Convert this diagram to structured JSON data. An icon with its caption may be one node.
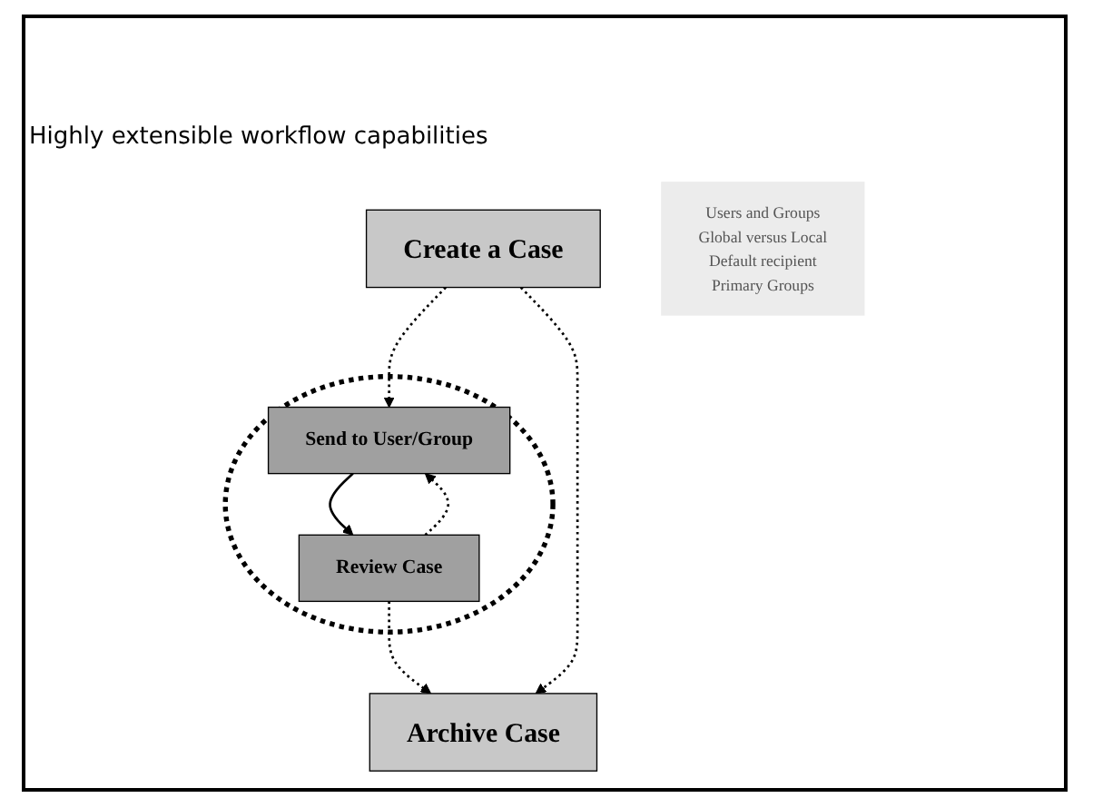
{
  "diagram": {
    "title": "Highly extensible workflow capabilities",
    "nodes": [
      {
        "text": [
          "Create a Case"
        ]
      },
      {
        "text": [],
        "shape": "circle"
      },
      {
        "text": [
          "Send to User/Group"
        ],
        "in": 1
      },
      {
        "text": [
          "Users and Groups",
          "Global versus Local",
          "Default recipient",
          "Primary Groups"
        ]
      },
      {
        "text": [
          "Review Case"
        ],
        "in": 1
      },
      {
        "text": [
          "Archive Case"
        ]
      }
    ],
    "edges": [
      {
        "from": 0,
        "to": 2,
        "arrow": "to",
        "style": "dashed"
      },
      {
        "from": 2,
        "to": 4,
        "arrow": "to"
      },
      {
        "from": 4,
        "to": 2,
        "arrow": "to",
        "style": "dashed"
      },
      {
        "from": 4,
        "to": 5,
        "arrow": "to",
        "style": "dashed"
      },
      {
        "from": 0,
        "to": 5,
        "arrow": "to",
        "style": "dashed"
      }
    ]
  }
}
